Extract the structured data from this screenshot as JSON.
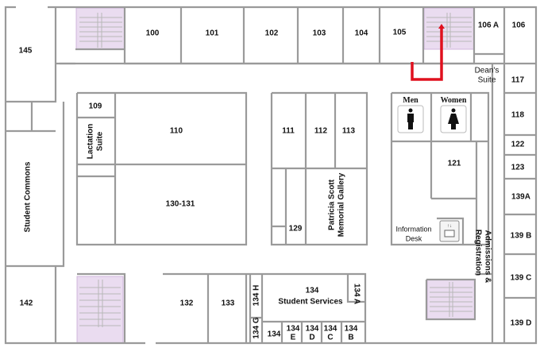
{
  "map": {
    "rooms": {
      "r145": "145",
      "r100": "100",
      "r101": "101",
      "r102": "102",
      "r103": "103",
      "r104": "104",
      "r105": "105",
      "r106a": "106 A",
      "r106": "106",
      "deans1": "Dean's",
      "deans2": "Suite",
      "r117": "117",
      "r109": "109",
      "lact1": "Lactation",
      "lact2": "Suite",
      "r110": "110",
      "r111": "111",
      "r112": "112",
      "r113": "113",
      "men": "Men",
      "women": "Women",
      "r118": "118",
      "r122": "122",
      "r123": "123",
      "r121": "121",
      "commons": "Student Commons",
      "r130": "130-131",
      "r129": "129",
      "gallery1": "Patricia Scott",
      "gallery2": "Memorial Gallery",
      "info1": "Information",
      "info2": "Desk",
      "r139a": "139A",
      "r139b": "139 B",
      "r139c": "139 C",
      "r139d": "139 D",
      "adm1": "Admissions &",
      "adm2": "Registration",
      "r142": "142",
      "r132": "132",
      "r133": "133",
      "r134": "134",
      "services": "Student Services",
      "r134a": "134 A",
      "r134h": "134 H",
      "r134g": "134 G",
      "r134s": "134",
      "r134e1": "134",
      "r134e2": "E",
      "r134d1": "134",
      "r134d2": "D",
      "r134c1": "134",
      "r134c2": "C",
      "r134b1": "134",
      "r134b2": "B"
    },
    "route_color": "#e0101e"
  }
}
